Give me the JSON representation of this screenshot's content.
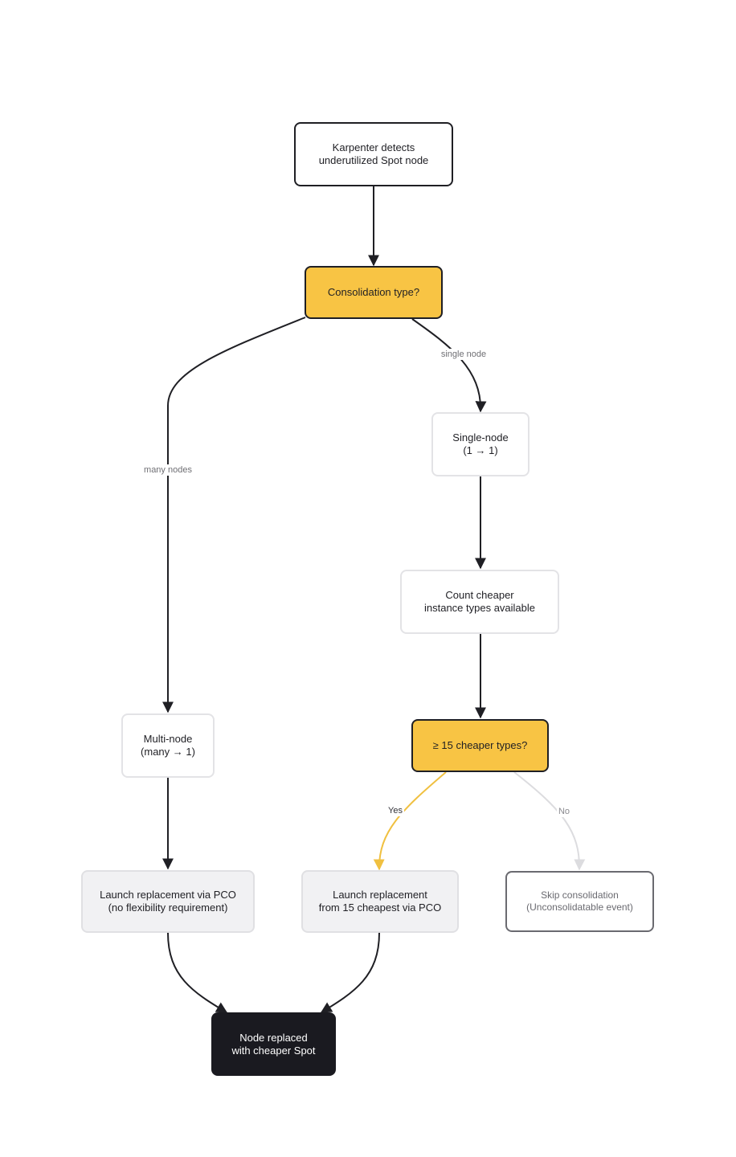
{
  "nodes": {
    "start": "Karpenter detects\nunderutilized Spot node",
    "consolidation_type": "Consolidation type?",
    "single_node": "Single-node\n(1 → 1)",
    "count_cheaper": "Count cheaper\ninstance types available",
    "multi_node": "Multi-node\n(many → 1)",
    "cheaper_types_decision": "≥ 15 cheaper types?",
    "launch_no_flex": "Launch replacement via PCO\n(no flexibility requirement)",
    "launch_15_cheapest": "Launch replacement\nfrom 15 cheapest via PCO",
    "skip": "Skip consolidation\n(Unconsolidatable event)",
    "end": "Node replaced\nwith cheaper Spot"
  },
  "edge_labels": {
    "single_node": "single node",
    "many_nodes": "many nodes",
    "yes": "Yes",
    "no": "No"
  },
  "colors": {
    "edge": "#1f1f24",
    "edge_yes": "#f0c040",
    "edge_no": "#dcdcdf",
    "decision_fill": "#f8c444",
    "end_fill": "#1a1a20"
  }
}
